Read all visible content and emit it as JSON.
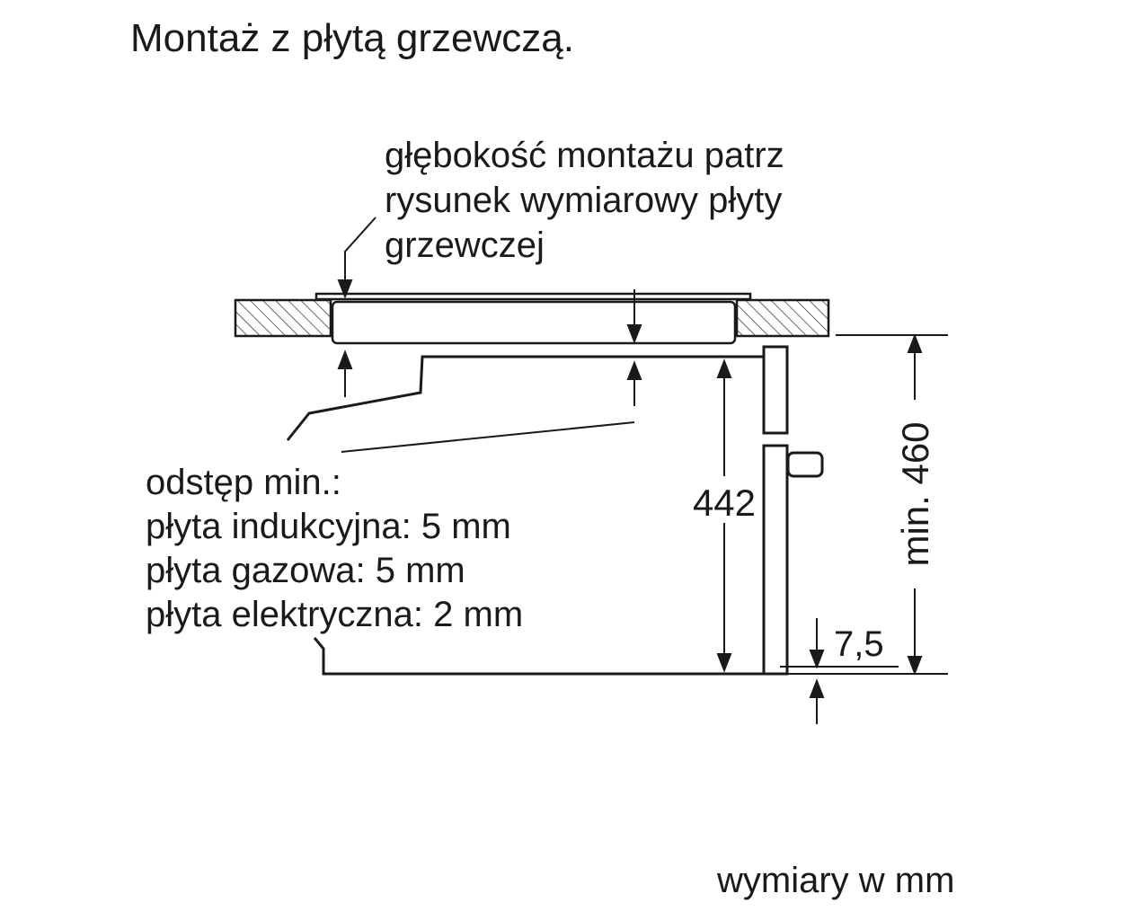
{
  "title": "Montaż z płytą grzewczą.",
  "depth_note": {
    "lines": [
      "głębokość montażu patrz",
      "rysunek wymiarowy płyty",
      "grzewczej"
    ]
  },
  "clearance": {
    "heading": "odstęp min.:",
    "items": [
      "płyta indukcyjna: 5 mm",
      "płyta gazowa: 5 mm",
      "płyta elektryczna: 2 mm"
    ]
  },
  "dimensions": {
    "oven_height": "442",
    "niche_height": "min. 460",
    "bottom_offset": "7,5"
  },
  "units_note": "wymiary w mm"
}
